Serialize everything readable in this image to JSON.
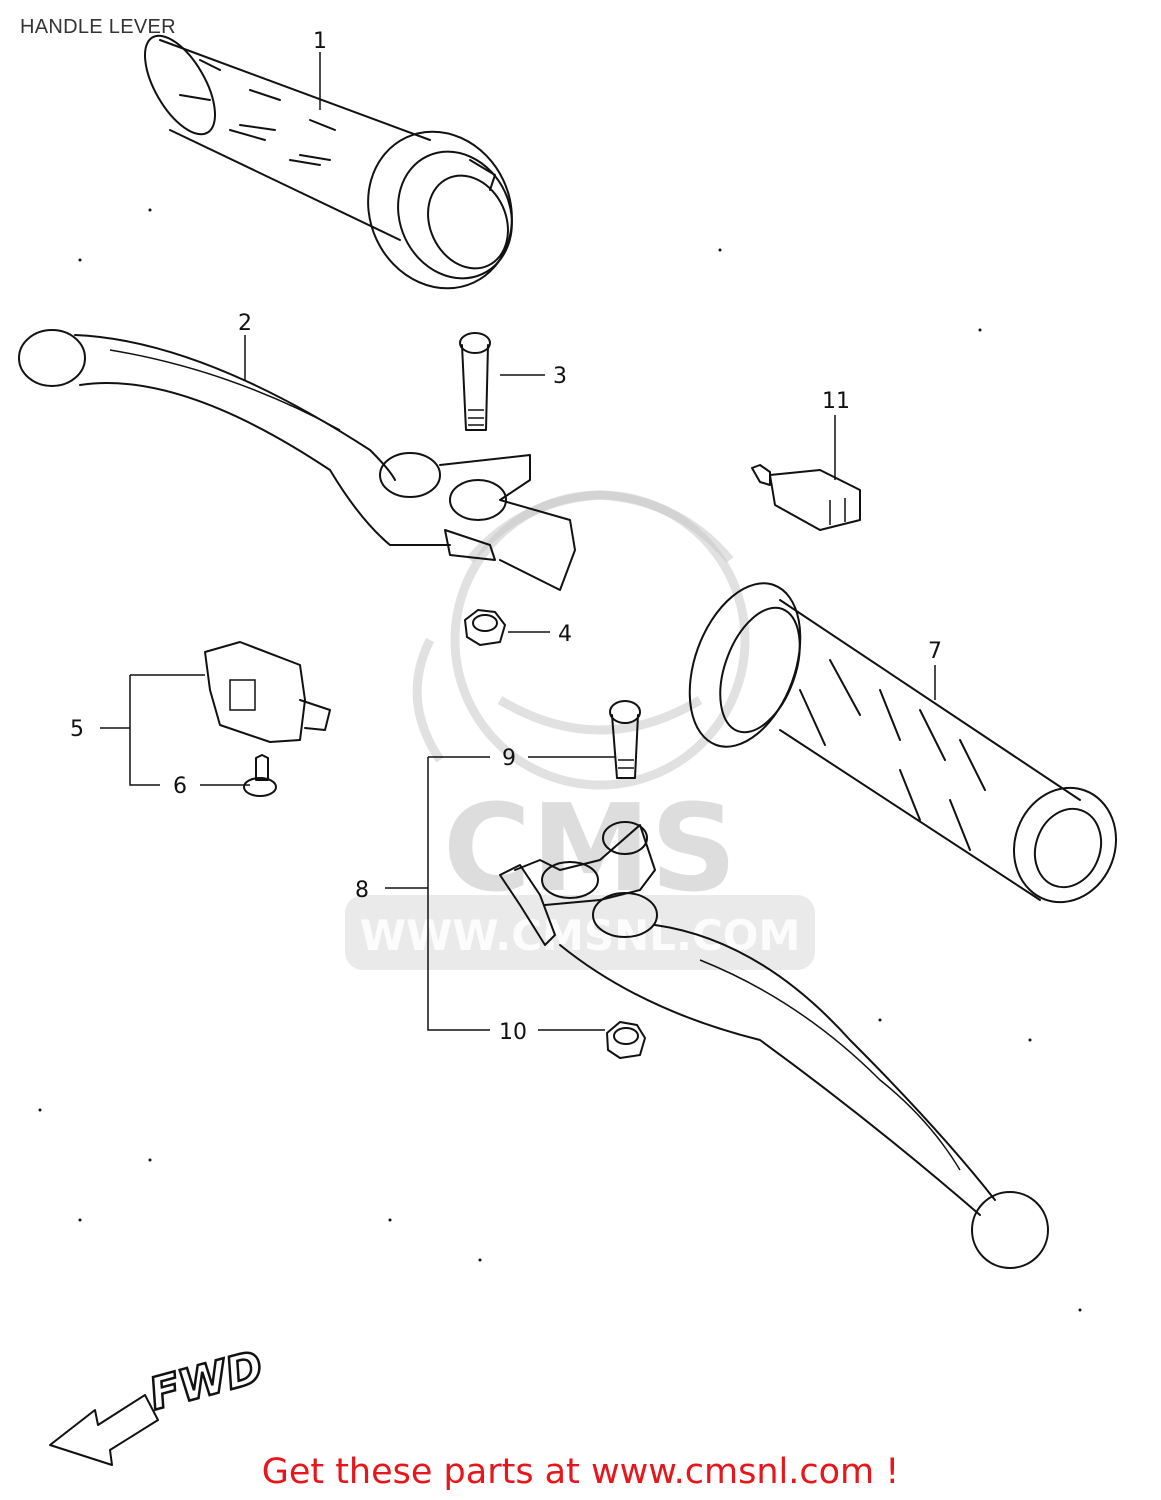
{
  "page": {
    "title": "HANDLE LEVER",
    "footer_cta": "Get these parts at www.cmsnl.com !",
    "accent_color": "#e8161b"
  },
  "watermark": {
    "logo_text": "CMS",
    "url_text": "WWW.CMSNL.COM"
  },
  "direction_label": "FWD",
  "callouts": [
    "1",
    "2",
    "3",
    "4",
    "5",
    "6",
    "7",
    "8",
    "9",
    "10",
    "11"
  ]
}
